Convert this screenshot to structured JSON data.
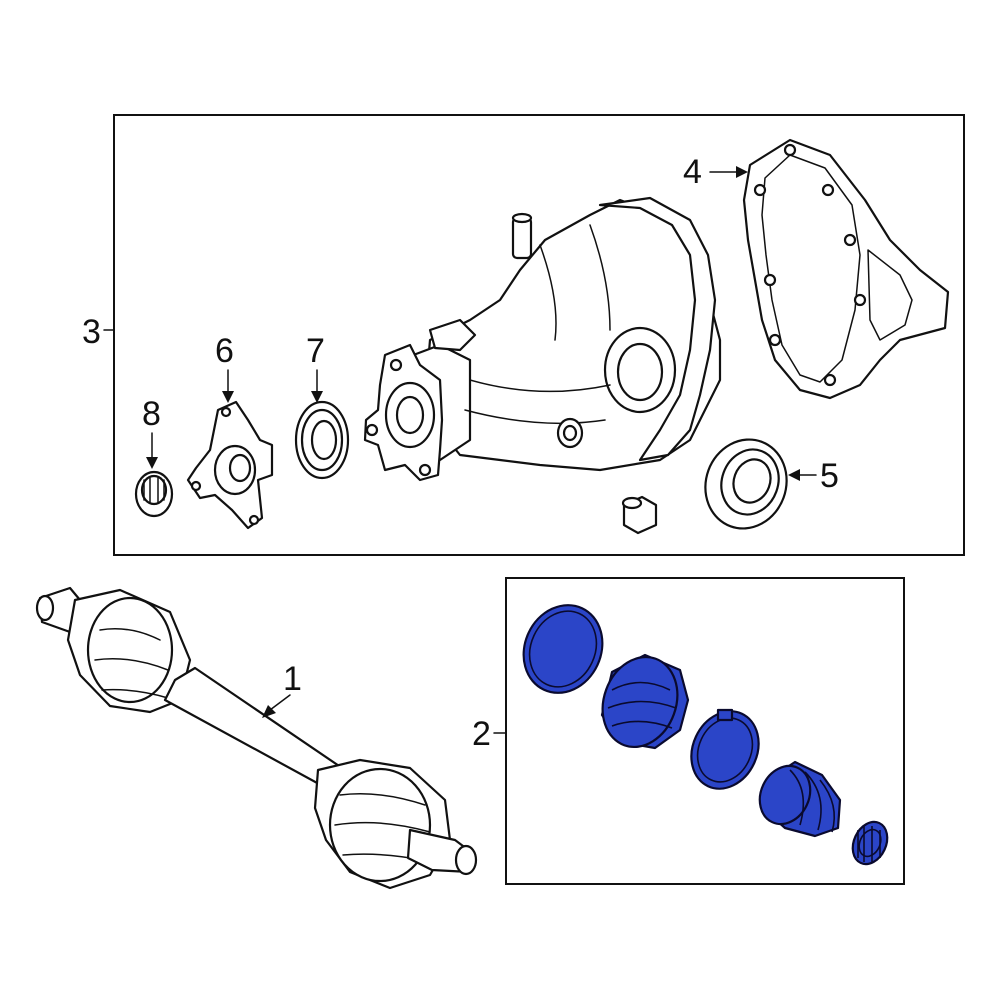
{
  "callouts": {
    "c1": "1",
    "c2": "2",
    "c3": "3",
    "c4": "4",
    "c5": "5",
    "c6": "6",
    "c7": "7",
    "c8": "8"
  },
  "colors": {
    "highlight": "#2b45c8",
    "line": "#111111",
    "background": "#ffffff"
  }
}
